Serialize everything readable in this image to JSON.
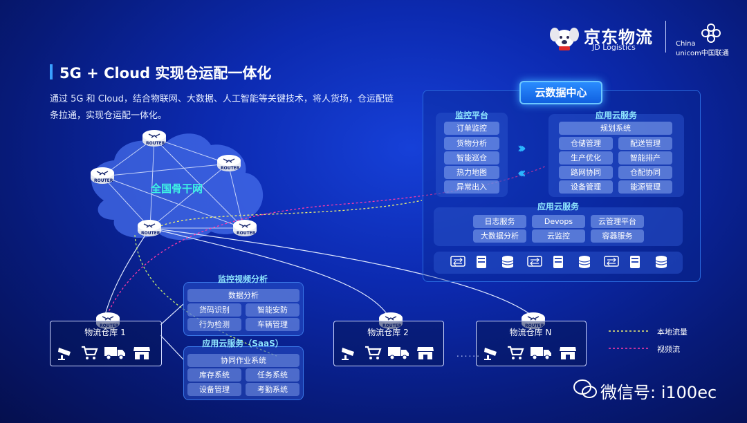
{
  "header": {
    "title": "5G + Cloud 实现仓运配一体化",
    "description": "通过 5G 和 Cloud，结合物联网、大数据、人工智能等关键技术，将人货场，仓运配链条拉通，实现仓运配一体化。"
  },
  "logos": {
    "jd_name": "京东物流",
    "jd_sub": "JD Logistics",
    "cu_line1": "China",
    "cu_line2": "unicom中国联通"
  },
  "network": {
    "backbone_label": "全国骨干网",
    "router_label": "ROUTER"
  },
  "cloud_center": {
    "title": "云数据中心",
    "monitor_platform": {
      "title": "监控平台",
      "items": [
        "订单监控",
        "货物分析",
        "智能巡仓",
        "热力地图",
        "异常出入"
      ]
    },
    "app_cloud_top": {
      "title": "应用云服务",
      "header_item": "规划系统",
      "items": [
        "仓储管理",
        "配送管理",
        "生产优化",
        "智能排产",
        "路网协同",
        "仓配协同",
        "设备管理",
        "能源管理"
      ]
    },
    "app_cloud_bottom": {
      "title": "应用云服务",
      "items": [
        "日志服务",
        "Devops",
        "云管理平台",
        "大数据分析",
        "云监控",
        "容器服务"
      ]
    }
  },
  "video_analysis": {
    "title": "监控视频分析",
    "header_item": "数据分析",
    "items": [
      "货码识别",
      "智能安防",
      "行为检测",
      "车辆管理"
    ]
  },
  "saas": {
    "title": "应用云服务（SaaS）",
    "header_item": "协同作业系统",
    "items": [
      "库存系统",
      "任务系统",
      "设备管理",
      "考勤系统"
    ]
  },
  "warehouses": [
    {
      "label": "物流仓库 1"
    },
    {
      "label": "物流仓库 2"
    },
    {
      "label": "物流仓库 N"
    }
  ],
  "ellipsis": "......",
  "legend": {
    "local_traffic": "本地流量",
    "video_stream": "视频流"
  },
  "watermark": "微信号: i100ec",
  "colors": {
    "local_traffic_line": "#f0f070",
    "video_stream_line": "#ff3aa8",
    "accent": "#3aa0ff",
    "panel_title": "#8fe6ff"
  }
}
